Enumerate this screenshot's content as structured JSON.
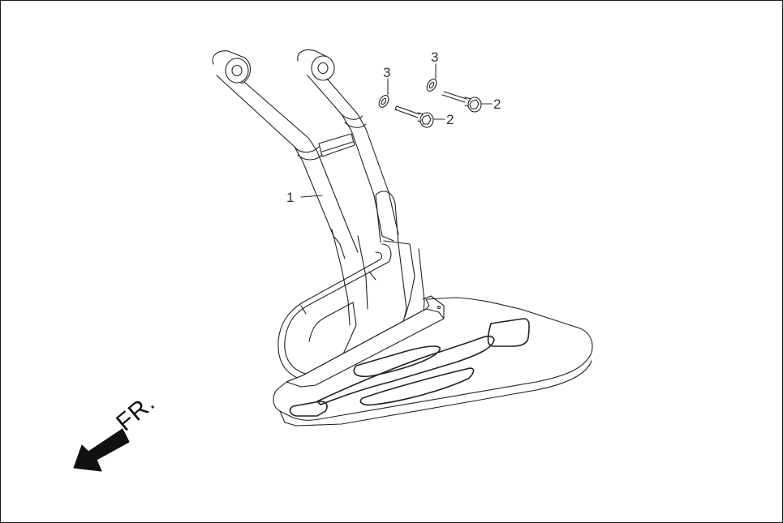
{
  "diagram": {
    "type": "exploded parts view",
    "subject": "handle / passenger grab bar with footboard bracket",
    "callouts": [
      {
        "id": "callout-1",
        "label": "1",
        "part": "frame bar assembly"
      },
      {
        "id": "callout-2a",
        "label": "2",
        "part": "flange bolt"
      },
      {
        "id": "callout-2b",
        "label": "2",
        "part": "flange bolt"
      },
      {
        "id": "callout-3a",
        "label": "3",
        "part": "washer"
      },
      {
        "id": "callout-3b",
        "label": "3",
        "part": "washer"
      }
    ],
    "direction_indicator": {
      "label": "FR.",
      "meaning": "front direction arrow"
    },
    "colors": {
      "line": "#222222",
      "text": "#333333",
      "arrow": "#111111",
      "background": "#ffffff"
    }
  }
}
